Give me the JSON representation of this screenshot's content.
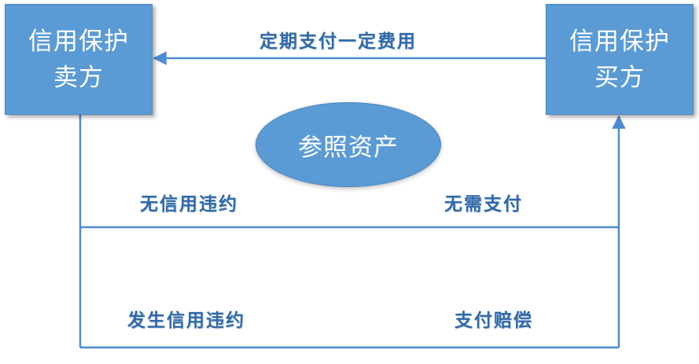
{
  "nodes": {
    "seller": {
      "line1": "信用保护",
      "line2": "卖方"
    },
    "buyer": {
      "line1": "信用保护",
      "line2": "买方"
    },
    "reference_asset": "参照资产"
  },
  "edges": {
    "periodic_fee": "定期支付一定费用",
    "no_default": "无信用违约",
    "no_payment": "无需支付",
    "default_occurs": "发生信用违约",
    "pay_compensation": "支付赔偿"
  },
  "colors": {
    "box_fill": "#5b9bd5",
    "line": "#4f8bd0",
    "label_text": "#2f6aa8"
  }
}
